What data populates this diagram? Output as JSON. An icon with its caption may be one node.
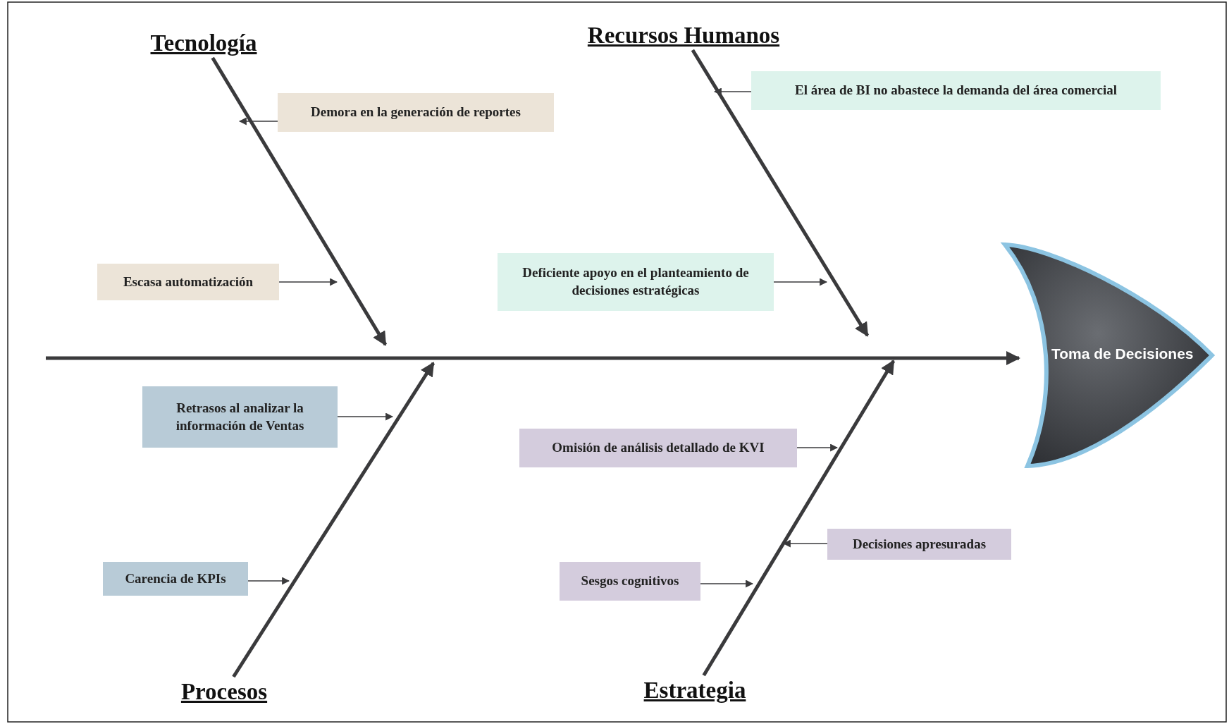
{
  "diagram": {
    "nodes": [
      {
        "text": [
          "Tecnología"
        ]
      },
      {
        "text": [
          "Recursos Humanos"
        ]
      },
      {
        "text": [
          "Demora en la generación de reportes"
        ]
      },
      {
        "text": [
          "El área de BI no abastece la demanda del área comercial"
        ]
      },
      {
        "text": [
          "Escasa automatización"
        ]
      },
      {
        "text": [
          "Deficiente apoyo en el planteamiento de decisiones estratégicas"
        ]
      },
      {
        "text": [
          "Toma de Decisiones"
        ]
      },
      {
        "text": [
          "Retrasos al analizar la información de Ventas"
        ]
      },
      {
        "text": [
          "Omisión de análisis detallado de KVI"
        ]
      },
      {
        "text": [
          "Decisiones apresuradas"
        ]
      },
      {
        "text": [
          "Carencia de KPIs"
        ]
      },
      {
        "text": [
          "Sesgos cognitivos"
        ]
      },
      {
        "text": [
          "Procesos"
        ]
      },
      {
        "text": [
          "Estrategia"
        ]
      }
    ],
    "edges": [
      {
        "from": 0,
        "to": null,
        "arrow": "to",
        "style": "thick"
      },
      {
        "from": 1,
        "to": null,
        "arrow": "to",
        "style": "thick"
      },
      {
        "from": 12,
        "to": null,
        "arrow": "to",
        "style": "thick"
      },
      {
        "from": 13,
        "to": null,
        "arrow": "to",
        "style": "thick"
      },
      {
        "from": null,
        "to": 6,
        "arrow": "to",
        "style": "thick"
      },
      {
        "from": 2,
        "to": null,
        "arrow": "to"
      },
      {
        "from": 4,
        "to": null,
        "arrow": "to"
      },
      {
        "from": 3,
        "to": null,
        "arrow": "to"
      },
      {
        "from": 5,
        "to": null,
        "arrow": "to"
      },
      {
        "from": 7,
        "to": null,
        "arrow": "to"
      },
      {
        "from": 10,
        "to": null,
        "arrow": "to"
      },
      {
        "from": 8,
        "to": null,
        "arrow": "to"
      },
      {
        "from": 9,
        "to": null,
        "arrow": "to"
      },
      {
        "from": 11,
        "to": null,
        "arrow": "to"
      }
    ]
  }
}
